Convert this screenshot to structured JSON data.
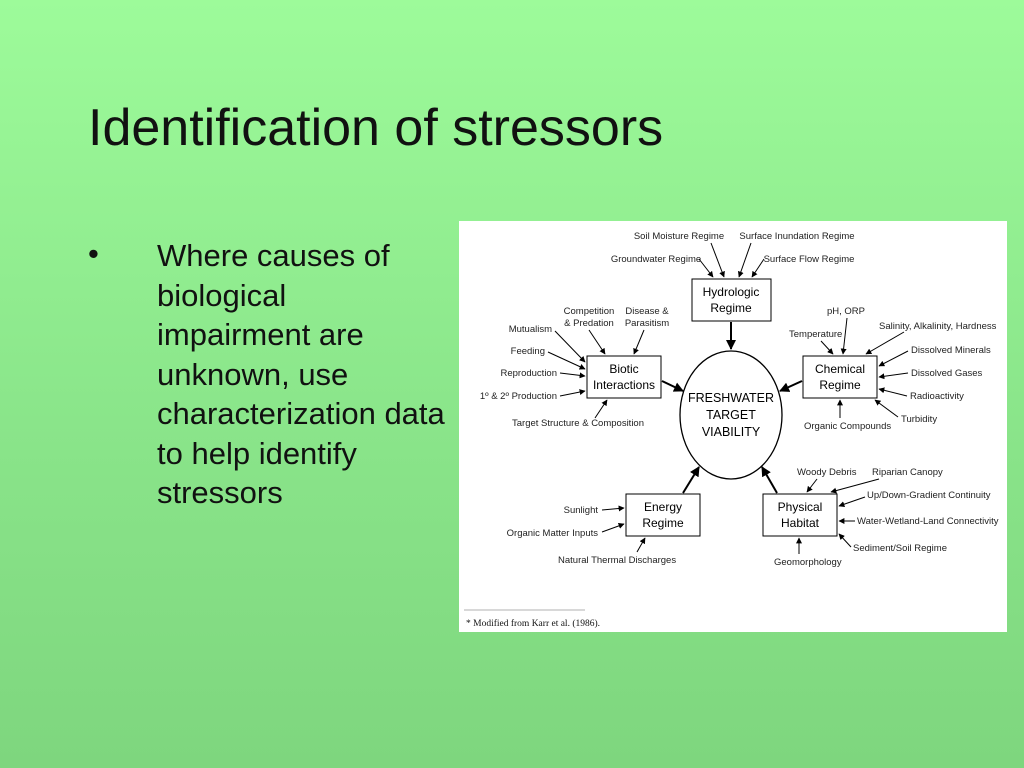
{
  "slide": {
    "title": "Identification of stressors",
    "bullet_symbol": "•",
    "bullet_text": "Where causes of biological impairment are unknown, use characterization data to help identify stressors"
  },
  "diagram": {
    "center": [
      "FRESHWATER",
      "TARGET",
      "VIABILITY"
    ],
    "hydrologic": {
      "box": [
        "Hydrologic",
        "Regime"
      ],
      "factors": [
        "Soil Moisture Regime",
        "Surface Inundation Regime",
        "Groundwater Regime",
        "Surface Flow Regime"
      ]
    },
    "biotic": {
      "box": [
        "Biotic",
        "Interactions"
      ],
      "factors": [
        "Competition",
        "& Predation",
        "Disease &",
        "Parasitism",
        "Mutualism",
        "Feeding",
        "Reproduction",
        "1º & 2º Production",
        "Target Structure & Composition"
      ]
    },
    "chemical": {
      "box": [
        "Chemical",
        "Regime"
      ],
      "factors": [
        "pH, ORP",
        "Temperature",
        "Salinity, Alkalinity, Hardness",
        "Dissolved Minerals",
        "Dissolved Gases",
        "Radioactivity",
        "Turbidity",
        "Organic Compounds"
      ]
    },
    "energy": {
      "box": [
        "Energy",
        "Regime"
      ],
      "factors": [
        "Sunlight",
        "Organic Matter Inputs",
        "Natural Thermal Discharges"
      ]
    },
    "physical": {
      "box": [
        "Physical",
        "Habitat"
      ],
      "factors": [
        "Woody Debris",
        "Riparian Canopy",
        "Up/Down-Gradient Continuity",
        "Water-Wetland-Land Connectivity",
        "Sediment/Soil Regime",
        "Geomorphology"
      ]
    },
    "footnote": "* Modified from Karr et al. (1986)."
  }
}
